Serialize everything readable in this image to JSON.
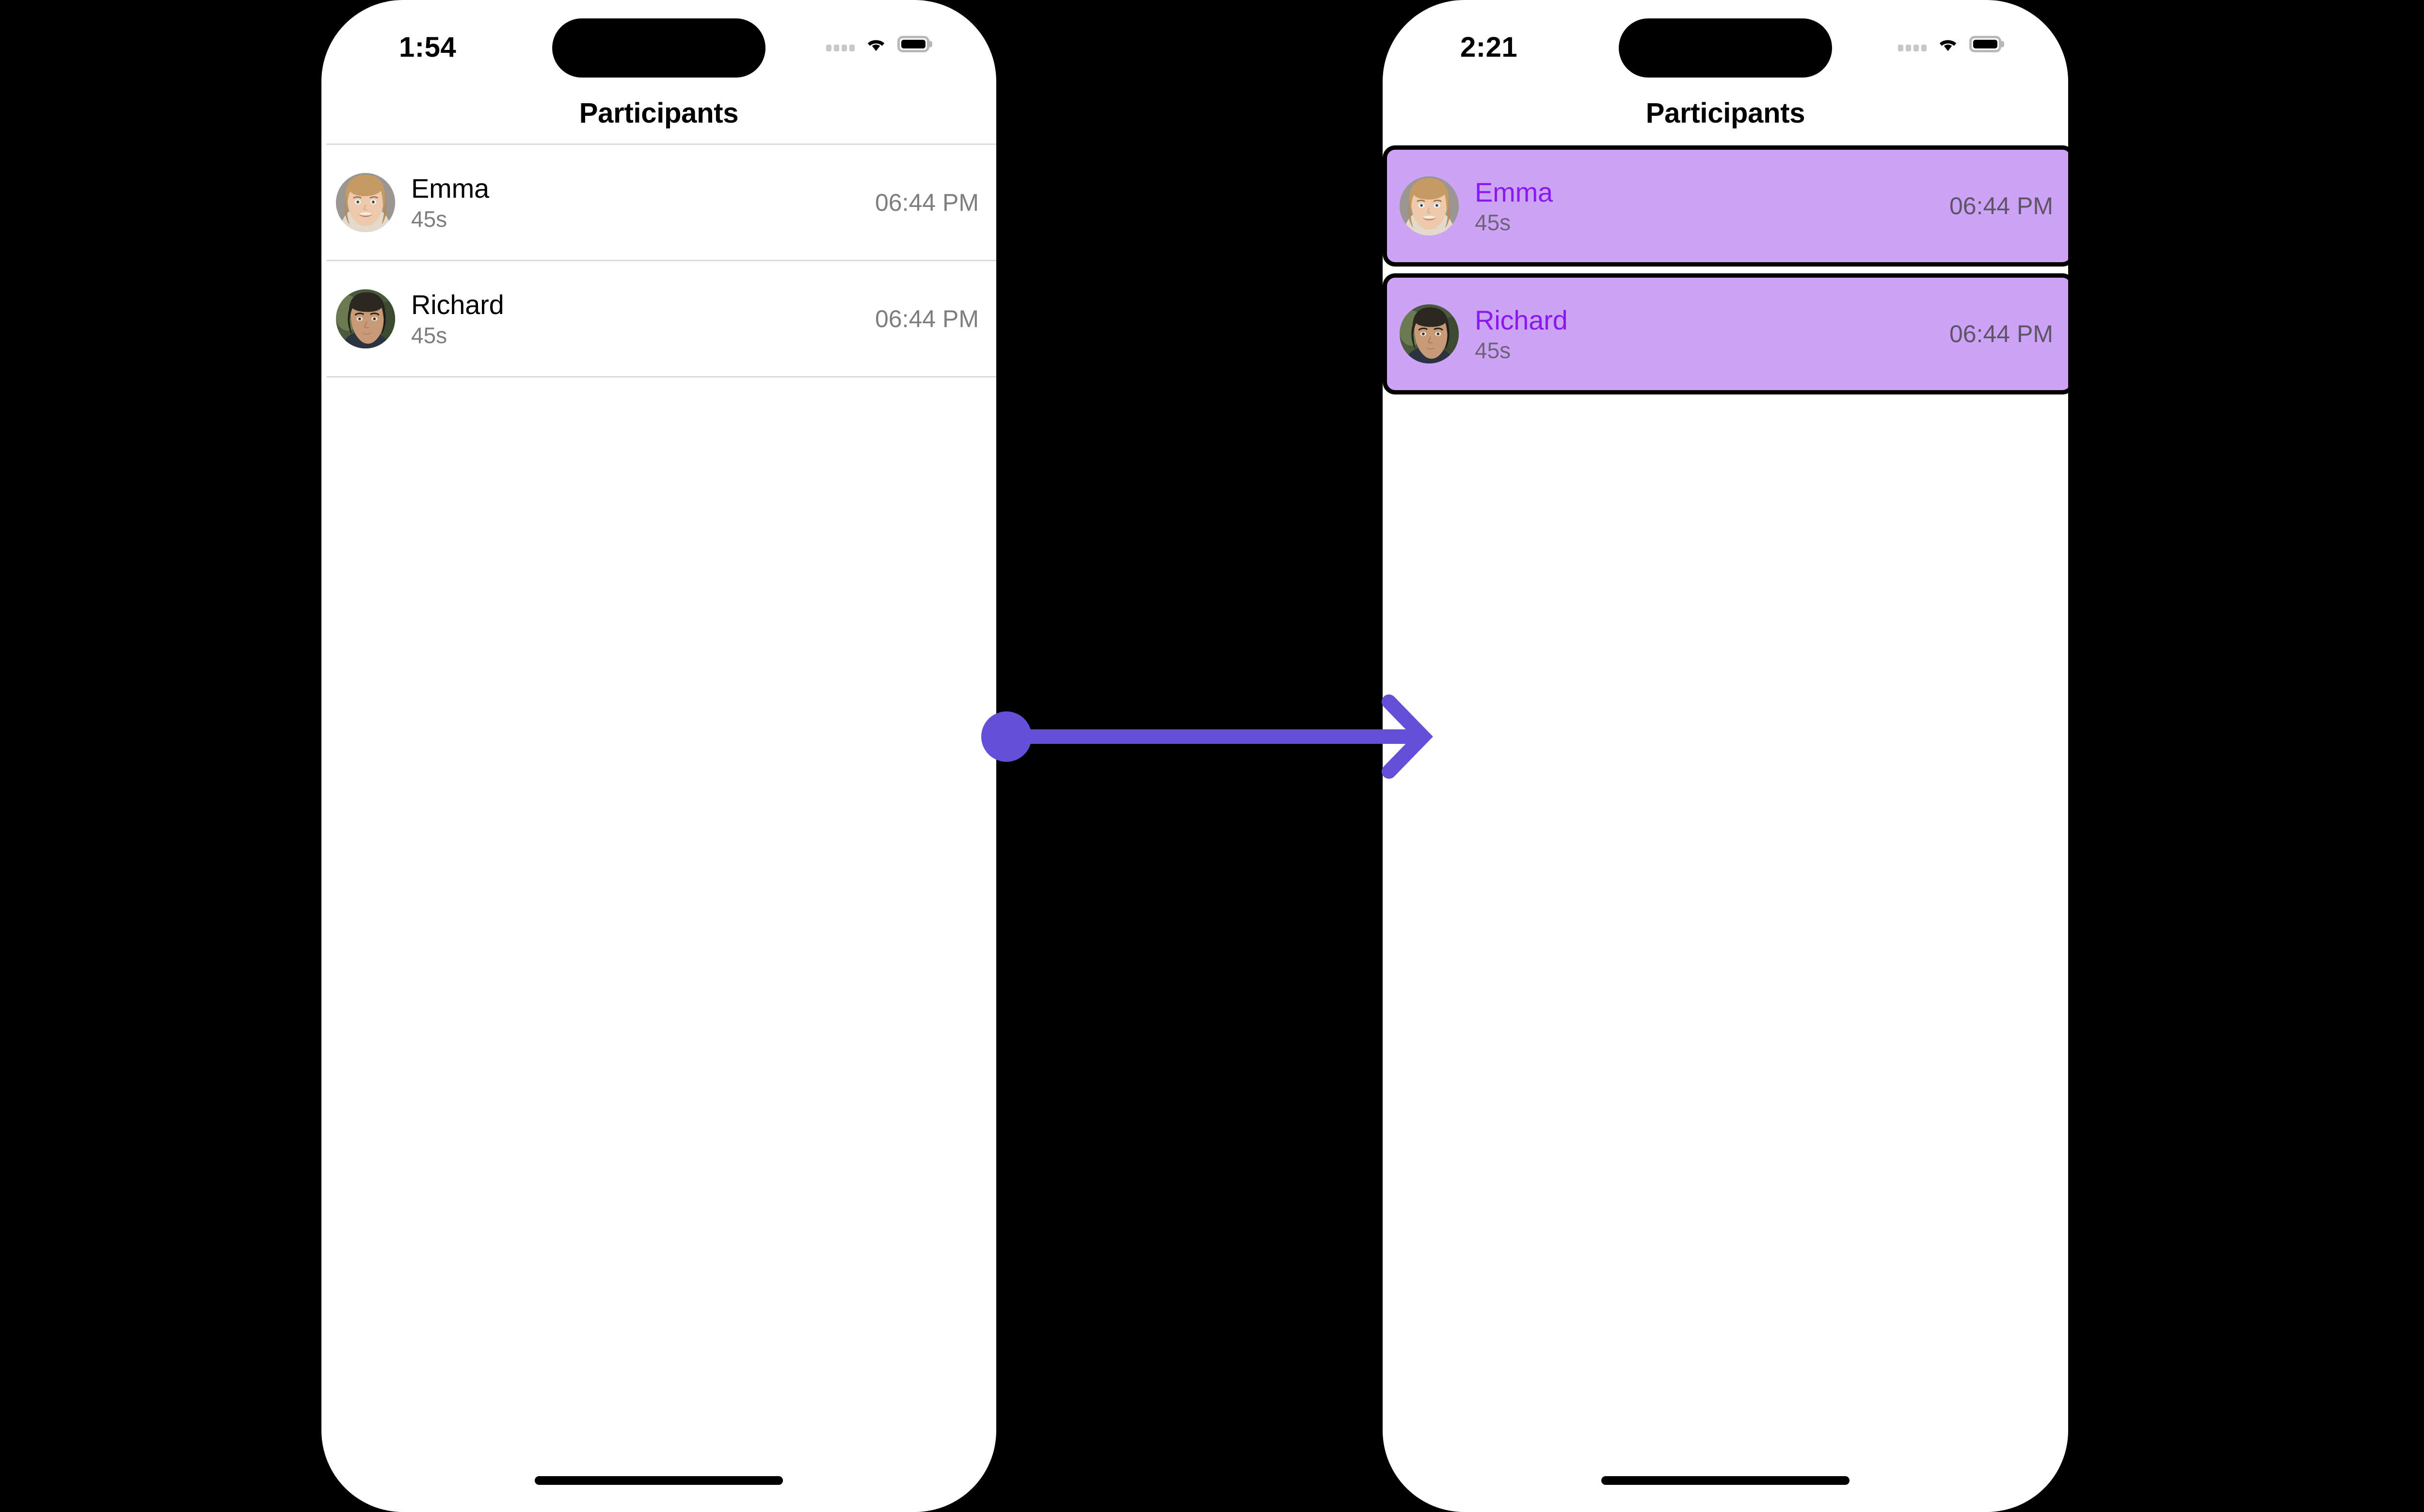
{
  "theme": {
    "background": "#000000",
    "phone_background": "#FFFFFF",
    "arrow_color": "#6350D9",
    "highlight_fill": "#CDA3F7",
    "highlight_border": "#000000",
    "highlight_name_color": "#8A19F0",
    "secondary_text": "#7E7E7E",
    "divider": "#DCDCDC"
  },
  "screens": [
    {
      "id": "before",
      "status_bar": {
        "time": "1:54",
        "cellular_icon": "cellular-bars-icon",
        "wifi_icon": "wifi-icon",
        "battery_icon": "battery-icon"
      },
      "nav": {
        "title": "Participants"
      },
      "list": {
        "selected": false,
        "rows": [
          {
            "avatar_icon": "avatar-emma",
            "name": "Emma",
            "duration": "45s",
            "time": "06:44 PM"
          },
          {
            "avatar_icon": "avatar-richard",
            "name": "Richard",
            "duration": "45s",
            "time": "06:44 PM"
          }
        ]
      },
      "home_indicator": "home-indicator"
    },
    {
      "id": "after",
      "status_bar": {
        "time": "2:21",
        "cellular_icon": "cellular-bars-icon",
        "wifi_icon": "wifi-icon",
        "battery_icon": "battery-icon"
      },
      "nav": {
        "title": "Participants"
      },
      "list": {
        "selected": true,
        "rows": [
          {
            "avatar_icon": "avatar-emma",
            "name": "Emma",
            "duration": "45s",
            "time": "06:44 PM"
          },
          {
            "avatar_icon": "avatar-richard",
            "name": "Richard",
            "duration": "45s",
            "time": "06:44 PM"
          }
        ]
      },
      "home_indicator": "home-indicator"
    }
  ],
  "connector": {
    "icon": "arrow-right-icon",
    "from_screen": "before",
    "to_screen": "after"
  }
}
